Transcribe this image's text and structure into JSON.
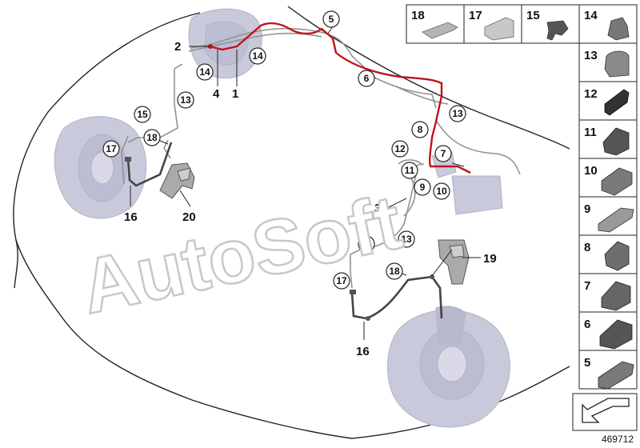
{
  "diagram": {
    "callouts": [
      "2",
      "4",
      "1",
      "16",
      "20",
      "3",
      "19",
      "16"
    ],
    "circled": [
      "5",
      "14",
      "14",
      "6",
      "13",
      "15",
      "17",
      "18",
      "12",
      "8",
      "7",
      "13",
      "11",
      "9",
      "10",
      "15",
      "13",
      "18",
      "17"
    ],
    "watermark": "AutoSoft",
    "colors": {
      "brake_line": "#c0141c",
      "pipe": "#8e958e",
      "ghost_parts": "#c9c9dc",
      "outline": "#222222"
    }
  },
  "parts_panel": {
    "top_row": [
      "18",
      "17",
      "15",
      "14"
    ],
    "right_column": [
      "13",
      "12",
      "11",
      "10",
      "9",
      "8",
      "7",
      "6",
      "5"
    ]
  },
  "doc_id": "469712"
}
